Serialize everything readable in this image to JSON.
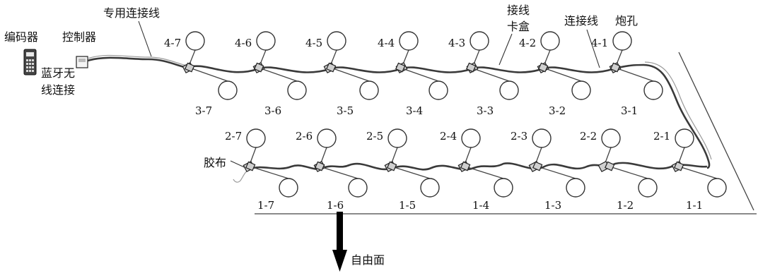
{
  "labels": {
    "encoder": "编码器",
    "controller": "控制器",
    "special_cable": "专用连接线",
    "bluetooth_line1": "蓝牙无",
    "bluetooth_line2": "线连接",
    "junction_box_line1": "接线",
    "junction_box_line2": "卡盒",
    "connecting_wire": "连接线",
    "blast_hole": "炮孔",
    "tape": "胶布",
    "free_face": "自由面"
  },
  "rows": [
    {
      "id": "row-4",
      "holes": [
        "4-7",
        "4-6",
        "4-5",
        "4-4",
        "4-3",
        "4-2",
        "4-1"
      ]
    },
    {
      "id": "row-3",
      "holes": [
        "3-7",
        "3-6",
        "3-5",
        "3-4",
        "3-3",
        "3-2",
        "3-1"
      ]
    },
    {
      "id": "row-2",
      "holes": [
        "2-7",
        "2-6",
        "2-5",
        "2-4",
        "2-3",
        "2-2",
        "2-1"
      ]
    },
    {
      "id": "row-1",
      "holes": [
        "1-7",
        "1-6",
        "1-5",
        "1-4",
        "1-3",
        "1-2",
        "1-1"
      ]
    }
  ],
  "colors": {
    "ink": "#111111",
    "wire": "#3a3a3a",
    "box": "#d0d0d0"
  }
}
